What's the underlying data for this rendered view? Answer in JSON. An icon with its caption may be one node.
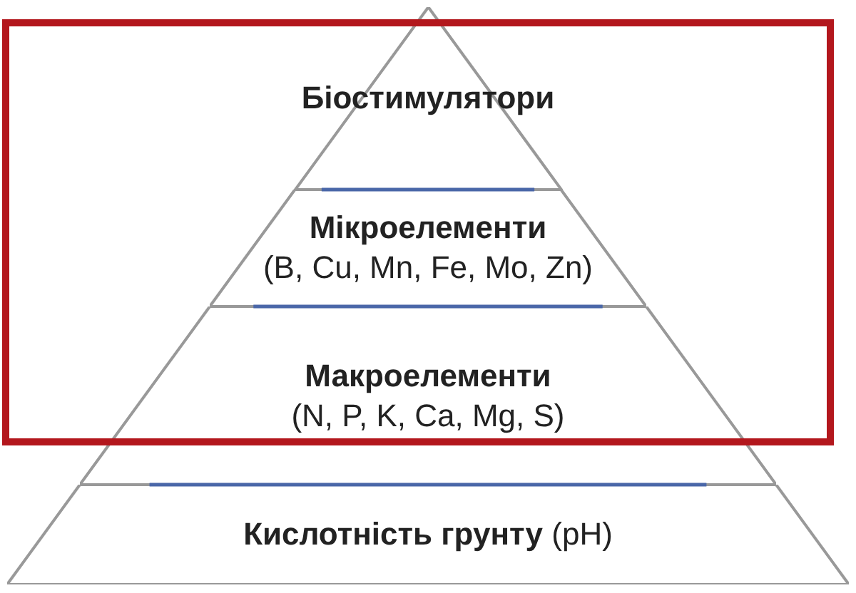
{
  "diagram": {
    "nodes": [
      {
        "text": [
          "Біостимулятори"
        ]
      },
      {
        "text": [
          "Мікроелементи",
          "(B, Cu, Mn, Fe, Mo, Zn)"
        ]
      },
      {
        "text": [
          "Макроелементи",
          "(N, P, K, Ca, Mg, S)"
        ]
      },
      {
        "text": [
          "**Кислотність грунту** (pH)"
        ]
      }
    ]
  }
}
